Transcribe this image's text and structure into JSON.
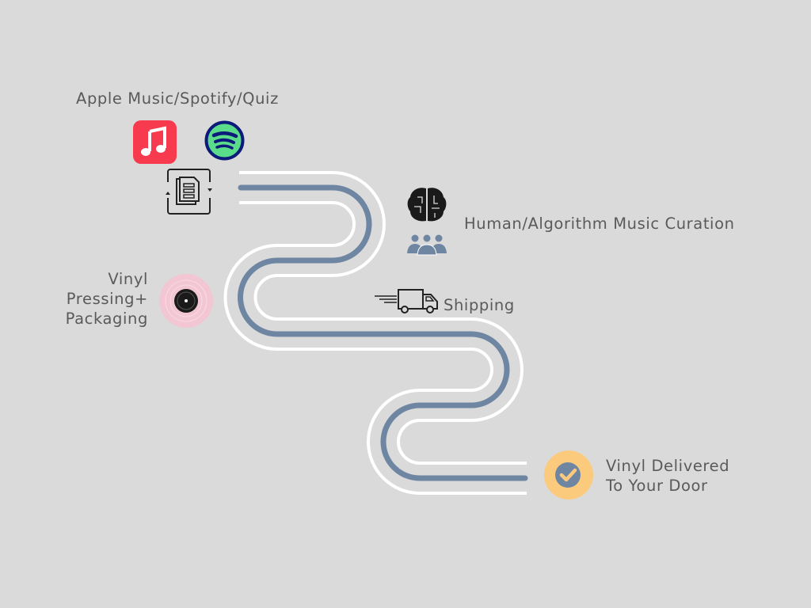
{
  "steps": {
    "source": {
      "label": "Apple Music/Spotify/Quiz"
    },
    "curation": {
      "label": "Human/Algorithm Music Curation"
    },
    "pressing": {
      "line1": "Vinyl",
      "line2": "Pressing+",
      "line3": "Packaging"
    },
    "shipping": {
      "label": "Shipping"
    },
    "delivered": {
      "line1": "Vinyl Delivered",
      "line2": "To Your Door"
    }
  },
  "colors": {
    "background": "#dadada",
    "road_center": "#6f86a3",
    "road_edge": "#ffffff",
    "apple_music": "#f83a4f",
    "spotify_green": "#5bdc8a",
    "spotify_ring": "#0c1a7a",
    "check_badge": "#fcca7c",
    "vinyl_pink": "#f3c6d3"
  }
}
